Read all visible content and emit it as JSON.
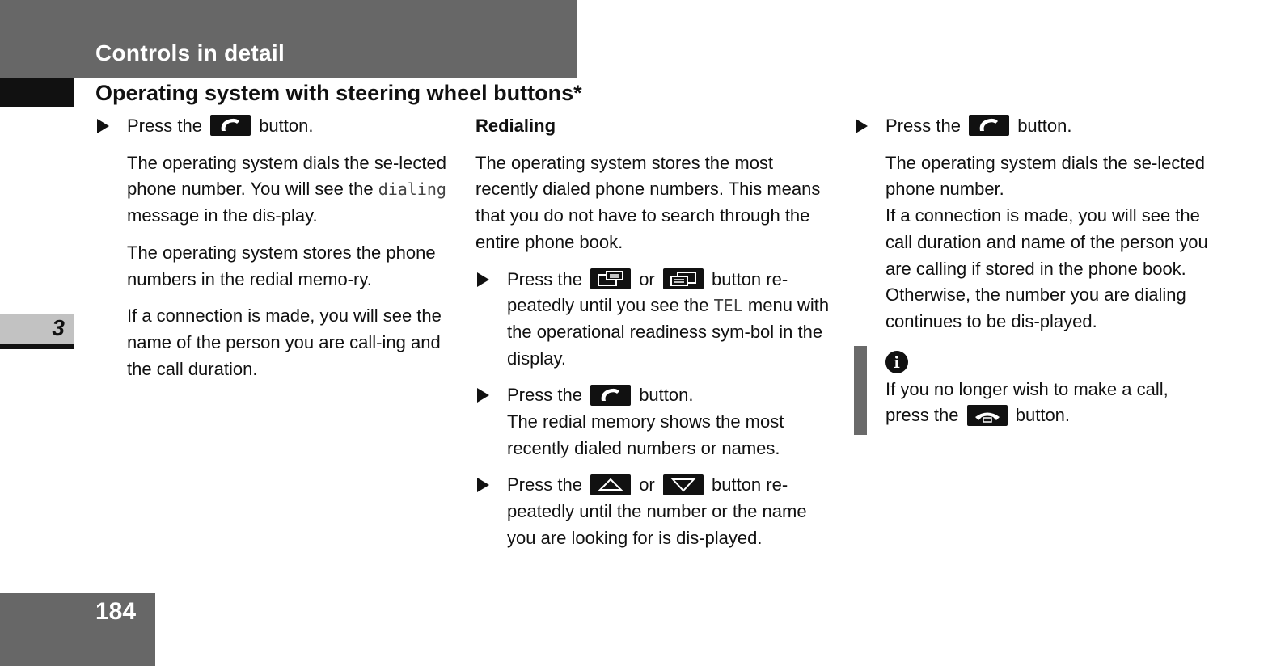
{
  "header": {
    "section_title": "Controls in detail",
    "chapter": "3",
    "page_number": "184"
  },
  "subtitle": "Operating system with steering wheel buttons*",
  "col1": {
    "step1_pre": "Press the",
    "step1_post": "button.",
    "p1_a": "The operating system dials the se-lected phone number. You will see the",
    "p1_code": "dialing",
    "p1_b": "message in the dis-play.",
    "p2": "The operating system stores the phone numbers in the redial memo-ry.",
    "p3": "If a connection is made, you will see the name of the person you are call-ing and the call duration."
  },
  "col2": {
    "heading": "Redialing",
    "intro": "The operating system stores the most recently dialed phone numbers. This means that you do not have to search through the entire phone book.",
    "s1_pre": "Press the",
    "s1_or": "or",
    "s1_mid": "button re-peatedly until you see the",
    "s1_code": "TEL",
    "s1_post": "menu with the operational readiness sym-bol in the display.",
    "s2_pre": "Press the",
    "s2_post": "button.",
    "s2_detail": "The redial memory shows the most recently dialed numbers or names.",
    "s3_pre": "Press the",
    "s3_or": "or",
    "s3_post": "button re-peatedly until the number or the name you are looking for is dis-played."
  },
  "col3": {
    "s1_pre": "Press the",
    "s1_post": "button.",
    "p1": "The operating system dials the se-lected phone number.",
    "p2": "If a connection is made, you will see the call duration and name of the person you are calling if stored in the phone book. Otherwise, the number you are dialing continues to be dis-played.",
    "note_icon": "i",
    "note_pre": "If you no longer wish to make a call, press the",
    "note_post": "button."
  },
  "icons": {
    "call_button": "phone-call-icon",
    "end_button": "phone-end-icon",
    "page_back": "page-back-icon",
    "page_forward": "page-forward-icon",
    "up": "arrow-up-icon",
    "down": "arrow-down-icon"
  }
}
